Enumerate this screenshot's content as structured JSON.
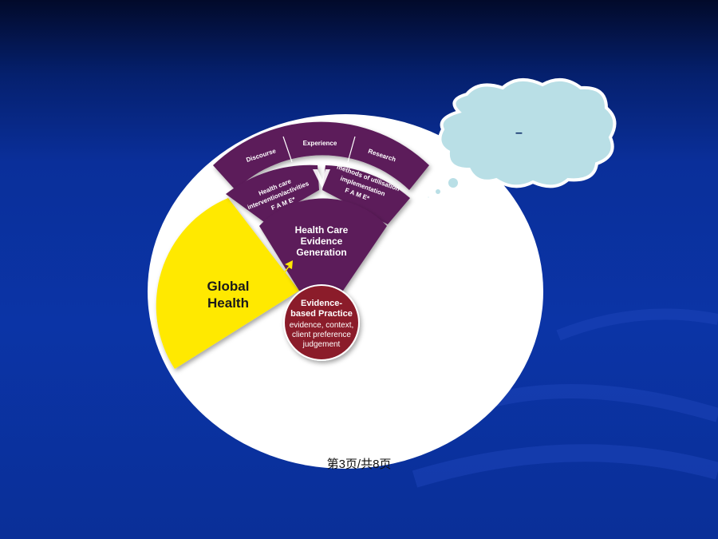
{
  "slide": {
    "page_number": "第3页/共8页",
    "colors": {
      "background": "#0b34a6",
      "global_health": "#ffe900",
      "ring_purple": "#5c1a5a",
      "evidence_practice": "#8b1a2c",
      "cloud": "#b9dfe6"
    }
  },
  "diagram": {
    "outer_ring": [
      "Discourse",
      "Experience",
      "Research"
    ],
    "middle_ring_left": {
      "line1": "Health care",
      "line2": "intervention/activities",
      "line3": "F A M E*"
    },
    "middle_ring_right": {
      "line1": "methods of utilisation",
      "line2": "implementation",
      "line3": "F A M E*"
    },
    "center_segment": {
      "line1": "Health Care",
      "line2": "Evidence",
      "line3": "Generation"
    },
    "global_health": {
      "line1": "Global",
      "line2": "Health"
    },
    "evidence_practice": {
      "line1": "Evidence-",
      "line2": "based Practice",
      "line3": "evidence, context,",
      "line4": "client preference",
      "line5": "judgement"
    }
  },
  "thought_cloud": {
    "text": "–"
  }
}
